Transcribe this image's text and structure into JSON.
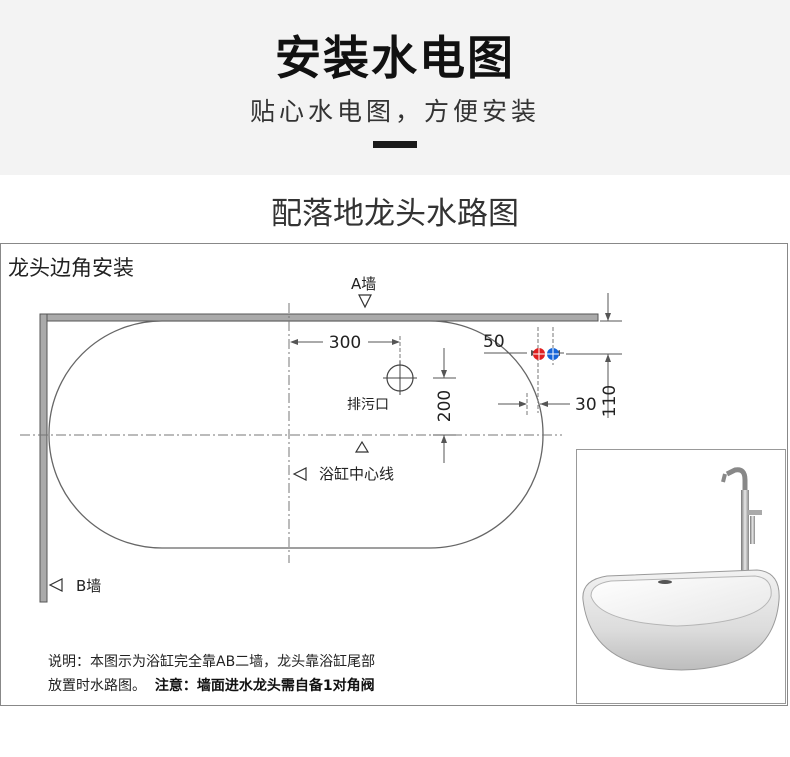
{
  "header": {
    "title": "安装水电图",
    "subtitle": "贴心水电图，方便安装"
  },
  "section": {
    "title": "配落地龙头水路图"
  },
  "diagram": {
    "corner_title": "龙头边角安装",
    "wall_a_label": "A墙",
    "wall_b_label": "B墙",
    "drain_label": "排污口",
    "centerline_label": "浴缸中心线",
    "dim_300": "300",
    "dim_50": "50",
    "dim_200": "200",
    "dim_30": "30",
    "dim_110": "110",
    "hot_pipe_color": "#e02020",
    "cold_pipe_color": "#1565d8"
  },
  "note": {
    "line1": "说明：本图示为浴缸完全靠AB二墙，龙头靠浴缸尾部",
    "line2_prefix": "放置时水路图。",
    "line2_bold": "注意：墙面进水龙头需自备1对角阀"
  }
}
